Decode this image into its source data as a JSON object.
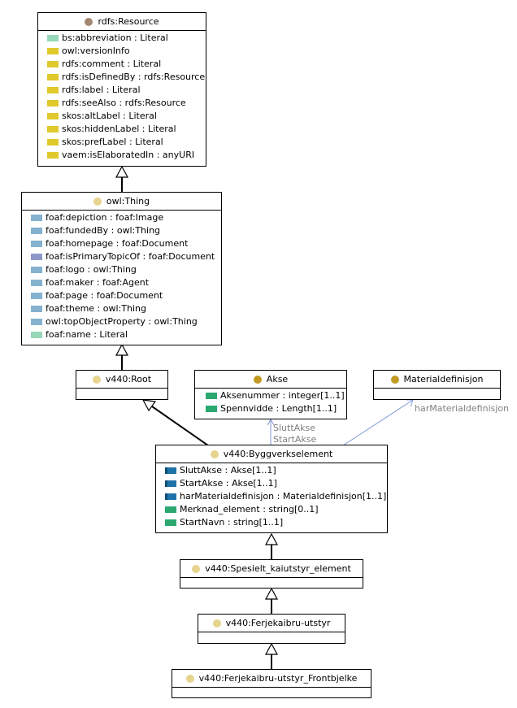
{
  "colors": {
    "literal": "#96d8b7",
    "annotation": "#e0c92b",
    "object_prop": "#84b2cf",
    "primary_topic": "#8f98c9",
    "data_prop": "#2aa870",
    "object_link": "#1e73a8",
    "resource_circle": "#a38870",
    "thing_circle": "#e6d48f",
    "akse_circle": "#c39b22",
    "edge_blue": "#7f97d6"
  },
  "classes": {
    "rdfs_resource": {
      "title": "rdfs:Resource",
      "attributes": [
        {
          "label": "bs:abbreviation : Literal",
          "kind": "literal"
        },
        {
          "label": "owl:versionInfo",
          "kind": "annotation"
        },
        {
          "label": "rdfs:comment : Literal",
          "kind": "annotation"
        },
        {
          "label": "rdfs:isDefinedBy : rdfs:Resource",
          "kind": "annotation"
        },
        {
          "label": "rdfs:label : Literal",
          "kind": "annotation"
        },
        {
          "label": "rdfs:seeAlso : rdfs:Resource",
          "kind": "annotation"
        },
        {
          "label": "skos:altLabel : Literal",
          "kind": "annotation"
        },
        {
          "label": "skos:hiddenLabel : Literal",
          "kind": "annotation"
        },
        {
          "label": "skos:prefLabel : Literal",
          "kind": "annotation"
        },
        {
          "label": "vaem:isElaboratedIn : anyURI",
          "kind": "annotation"
        }
      ]
    },
    "owl_thing": {
      "title": "owl:Thing",
      "attributes": [
        {
          "label": "foaf:depiction : foaf:Image",
          "kind": "object_prop"
        },
        {
          "label": "foaf:fundedBy : owl:Thing",
          "kind": "object_prop"
        },
        {
          "label": "foaf:homepage : foaf:Document",
          "kind": "object_prop"
        },
        {
          "label": "foaf:isPrimaryTopicOf : foaf:Document",
          "kind": "primary_topic"
        },
        {
          "label": "foaf:logo : owl:Thing",
          "kind": "object_prop"
        },
        {
          "label": "foaf:maker : foaf:Agent",
          "kind": "object_prop"
        },
        {
          "label": "foaf:page : foaf:Document",
          "kind": "object_prop"
        },
        {
          "label": "foaf:theme : owl:Thing",
          "kind": "object_prop"
        },
        {
          "label": "owl:topObjectProperty : owl:Thing",
          "kind": "object_prop"
        },
        {
          "label": "foaf:name : Literal",
          "kind": "literal"
        }
      ]
    },
    "v440_root": {
      "title": "v440:Root",
      "attributes": []
    },
    "akse": {
      "title": "Akse",
      "attributes": [
        {
          "label": "Aksenummer : integer[1..1]",
          "kind": "data_prop"
        },
        {
          "label": "Spennvidde : Length[1..1]",
          "kind": "data_prop"
        }
      ]
    },
    "materialdefinisjon": {
      "title": "Materialdefinisjon",
      "attributes": []
    },
    "byggverkselement": {
      "title": "v440:Byggverkselement",
      "attributes": [
        {
          "label": "SluttAkse : Akse[1..1]",
          "kind": "object_link"
        },
        {
          "label": "StartAkse : Akse[1..1]",
          "kind": "object_link"
        },
        {
          "label": "harMaterialdefinisjon : Materialdefinisjon[1..1]",
          "kind": "object_link"
        },
        {
          "label": "Merknad_element : string[0..1]",
          "kind": "data_prop"
        },
        {
          "label": "StartNavn : string[1..1]",
          "kind": "data_prop"
        }
      ]
    },
    "spesielt_kaiutstyr": {
      "title": "v440:Spesielt_kaiutstyr_element",
      "attributes": []
    },
    "ferjekaibru_utstyr": {
      "title": "v440:Ferjekaibru-utstyr",
      "attributes": []
    },
    "ferjekaibru_frontbjelke": {
      "title": "v440:Ferjekaibru-utstyr_Frontbjelke",
      "attributes": []
    }
  },
  "edge_labels": {
    "slutt_akse": "SluttAkse",
    "start_akse": "StartAkse",
    "har_materialdefinisjon": "harMaterialdefinisjon"
  }
}
